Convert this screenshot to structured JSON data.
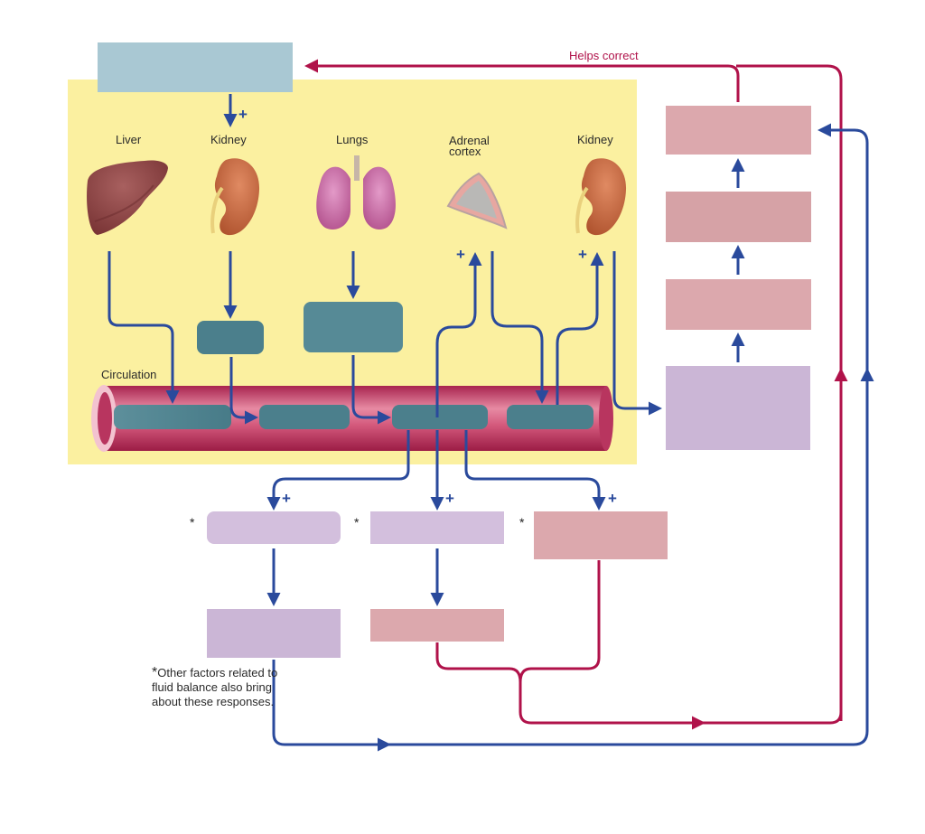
{
  "diagram": {
    "title_box": {
      "label": "",
      "color": "#a9c8d3"
    },
    "feedback_label": "Helps correct",
    "region_label": "Circulation",
    "organs": [
      {
        "name": "Liver",
        "icon": "liver-icon"
      },
      {
        "name": "Kidney",
        "icon": "kidney-icon"
      },
      {
        "name": "Lungs",
        "icon": "lungs-icon"
      },
      {
        "name": "Adrenal\ncortex",
        "icon": "adrenal-cortex-icon"
      },
      {
        "name": "Kidney",
        "icon": "kidney-icon"
      }
    ],
    "organ_labels": {
      "liver": "Liver",
      "kidney1": "Kidney",
      "lungs": "Lungs",
      "adrenal_line1": "Adrenal",
      "adrenal_line2": "cortex",
      "kidney2": "Kidney"
    },
    "plus_sign": "+",
    "asterisk": "*",
    "footnote": {
      "star": "*",
      "text": "Other factors related to fluid balance also bring about these responses."
    },
    "blank_boxes": {
      "teal_count": 6,
      "right_column_count": 4,
      "bottom_count": 5
    },
    "colors": {
      "background_region": "#fbf0a0",
      "teal_box": "#4b7f8c",
      "pink_box": "#dca8ad",
      "lavender_box": "#d3bfdd",
      "blue_arrow": "#2a4a9c",
      "red_arrow": "#b0124a",
      "vessel": "#c94a70"
    }
  }
}
